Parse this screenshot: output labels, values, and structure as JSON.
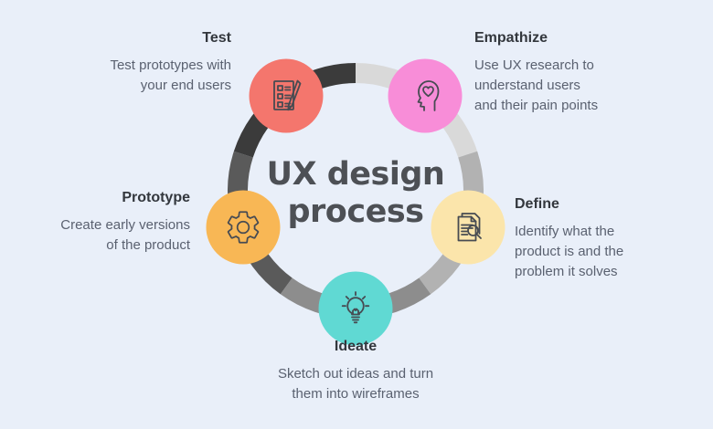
{
  "title": {
    "text": "UX design\nprocess"
  },
  "colors": {
    "background": "#E9EFF9",
    "icon_stroke": "#474B52",
    "title": "#4D5055",
    "heading": "#33373D",
    "body": "#5A6170"
  },
  "steps": [
    {
      "label": "Empathize",
      "description": "Use UX research to\nunderstand users\nand their pain points",
      "color": "#F88DD8",
      "arc_color": "#D9D9D9",
      "icon": "head-heart-icon"
    },
    {
      "label": "Define",
      "description": "Identify what the\nproduct is and the\nproblem it solves",
      "color": "#FBE5AB",
      "arc_color": "#B2B2B2",
      "icon": "document-magnifier-icon"
    },
    {
      "label": "Ideate",
      "description": "Sketch out ideas and turn\nthem into wireframes",
      "color": "#60D9D3",
      "arc_color": "#8D8D8D",
      "icon": "lightbulb-icon"
    },
    {
      "label": "Prototype",
      "description": "Create early versions\nof the product",
      "color": "#F8B755",
      "arc_color": "#5A5A5A",
      "icon": "gear-icon"
    },
    {
      "label": "Test",
      "description": "Test prototypes with\nyour end users",
      "color": "#F4766D",
      "arc_color": "#3B3B3B",
      "icon": "checklist-pen-icon"
    }
  ]
}
